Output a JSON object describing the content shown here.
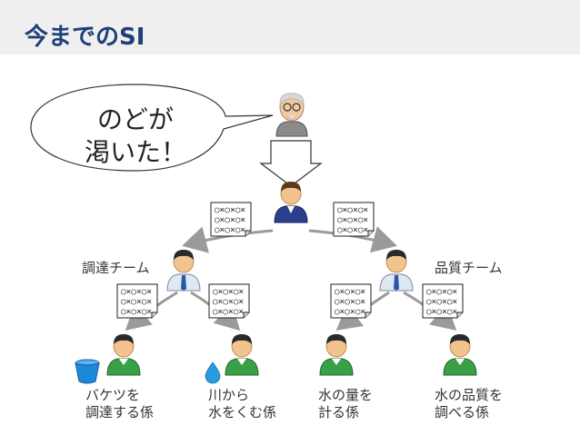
{
  "title": "今までのSI",
  "speech_bubble": {
    "line1": "のどが",
    "line2": "渇いた！"
  },
  "teams": {
    "procurement": "調達チーム",
    "quality": "品質チーム"
  },
  "memo_lines": [
    "○×○×○×",
    "○×○×○×",
    "○×○×○×"
  ],
  "memo_lines_alt": [
    "○×○×○×",
    "○×○×○×",
    "○×○×○×"
  ],
  "roles": [
    {
      "line1": "バケツを",
      "line2": "調達する係"
    },
    {
      "line1": "川から",
      "line2": "水をくむ係"
    },
    {
      "line1": "水の量を",
      "line2": "計る係"
    },
    {
      "line1": "水の品質を",
      "line2": "調べる係"
    }
  ],
  "colors": {
    "title": "#1f3f7a",
    "arrow": "#9a9a9a",
    "bucket": "#1e88d8",
    "drop": "#2a9be0"
  }
}
